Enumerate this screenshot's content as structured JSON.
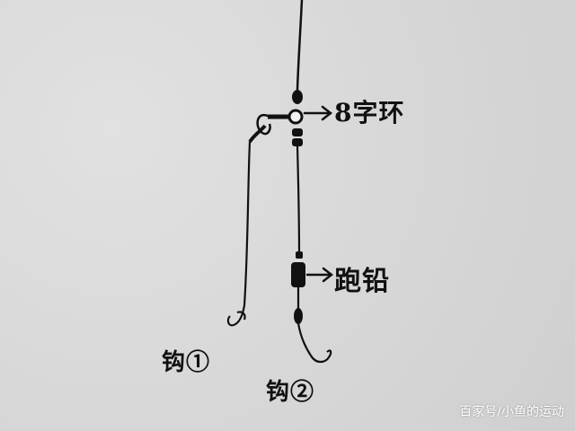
{
  "labels": {
    "eight_ring": "8字环",
    "float": "跑铅",
    "hook_one": "钩①",
    "hook_two": "钩②"
  },
  "watermark": "百家号/小鱼的运动",
  "colors": {
    "paper": "#d9d9d9",
    "ink": "#111111"
  }
}
